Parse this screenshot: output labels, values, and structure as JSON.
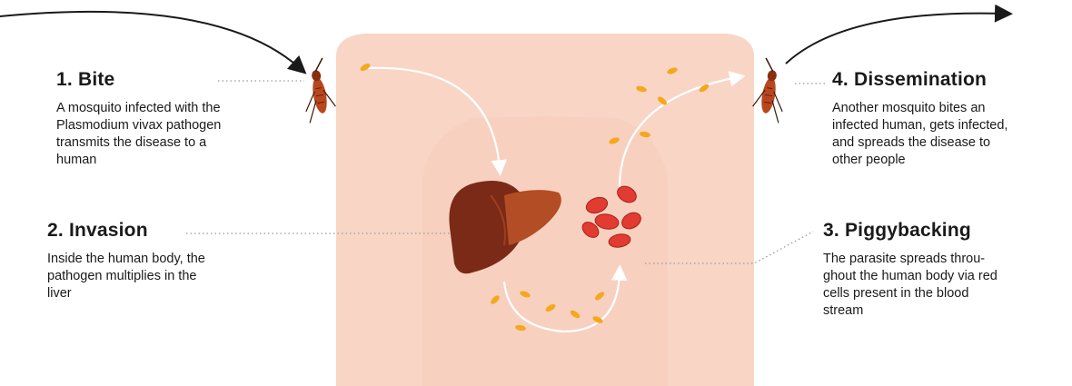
{
  "header": {
    "partial_title_text": ""
  },
  "steps": [
    {
      "id": "bite",
      "title": "1. Bite",
      "lines": [
        "A mosquito infected with the",
        "Plasmodium vivax pathogen",
        "transmits the disease to a",
        "human"
      ]
    },
    {
      "id": "invasion",
      "title": "2. Invasion",
      "lines": [
        "Inside the human body, the",
        "pathogen multiplies in the",
        "liver"
      ]
    },
    {
      "id": "piggybacking",
      "title": "3. Piggybacking",
      "lines": [
        "The parasite spreads throu-",
        "ghout the human body via red",
        "cells present in the blood",
        "stream"
      ]
    },
    {
      "id": "dissemination",
      "title": "4. Dissemination",
      "lines": [
        "Another mosquito bites an",
        "infected human, gets infected,",
        "and spreads the disease to",
        "other people"
      ]
    }
  ],
  "colors": {
    "body_skin": "#f9d5c6",
    "body_shadow": "#f4c2b0",
    "liver_dark": "#7a2a17",
    "liver_light": "#b34d25",
    "red_cell": "#e23b31",
    "parasite": "#f4a81c",
    "mosquito": "#b8471e",
    "arrow": "#1a1a1a"
  },
  "icons": [
    "mosquito-icon",
    "liver-icon",
    "red-blood-cell-icon",
    "parasite-icon",
    "arrow-icon"
  ]
}
